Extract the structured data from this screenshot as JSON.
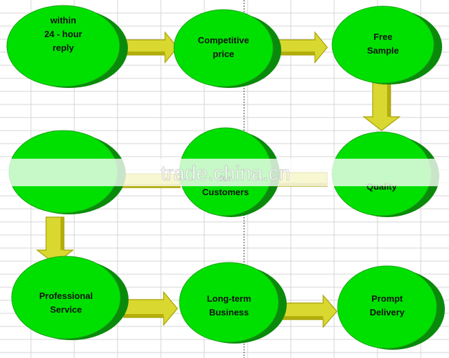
{
  "colors": {
    "ellipse_fill": "#00e000",
    "ellipse_side": "#0a8a0a",
    "arrow_fill": "#d8d830",
    "arrow_shade": "#a8a000",
    "grid_line": "#d4d4d4",
    "watermark_band": "#ffffff"
  },
  "nodes": {
    "reply": {
      "lines": [
        "within",
        "24 - hour",
        "reply"
      ]
    },
    "price": {
      "lines": [
        "Competitive",
        "price"
      ]
    },
    "sample": {
      "lines": [
        "Free",
        "Sample"
      ]
    },
    "quality": {
      "lines": [
        "Quality"
      ]
    },
    "customers": {
      "lines": [
        "for",
        "Customers"
      ]
    },
    "left_mid": {
      "lines": []
    },
    "service": {
      "lines": [
        "Professional",
        "Service"
      ]
    },
    "business": {
      "lines": [
        "Long-term",
        "Business"
      ]
    },
    "delivery": {
      "lines": [
        "Prompt",
        "Delivery"
      ]
    }
  },
  "watermark": {
    "text": "trade.china.cn"
  }
}
